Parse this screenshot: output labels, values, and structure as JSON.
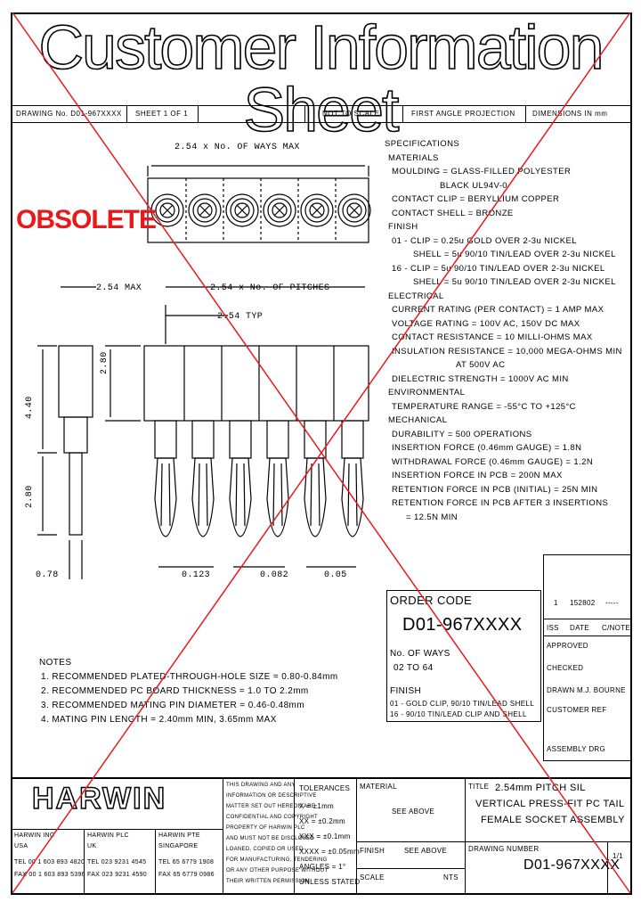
{
  "header": {
    "title": "Customer Information Sheet",
    "strip": [
      "DRAWING No. D01-967XXXX",
      "SHEET 1 OF 1",
      "FIRST ANGLE PROJECTION",
      "DIMENSIONS IN mm",
      "NOT TO SCALE"
    ]
  },
  "stamp": "OBSOLETE",
  "dimensions": {
    "top_overall": "2.54 x No. OF WAYS MAX",
    "body_width": "2.54 MAX",
    "pitches": "2.54 x No. OF PITCHES",
    "pitch": "2.54 TYP",
    "body_height": "2.80",
    "overall_height": "4.40",
    "pin_length": "2.80",
    "pin_dia": "0.78",
    "clip_dia": "0.123",
    "spacing": "0.082",
    "tip": "0.05"
  },
  "specifications": [
    "SPECIFICATIONS",
    "MATERIALS",
    "MOULDING = GLASS-FILLED POLYESTER",
    "BLACK UL94V-0",
    "CONTACT CLIP = BERYLLIUM COPPER",
    "CONTACT SHELL = BRONZE",
    "FINISH",
    "01 - CLIP = 0.25u GOLD OVER 2-3u NICKEL",
    "SHELL = 5u 90/10 TIN/LEAD OVER 2-3u NICKEL",
    "16 - CLIP = 5u 90/10 TIN/LEAD OVER 2-3u NICKEL",
    "SHELL = 5u 90/10 TIN/LEAD OVER 2-3u NICKEL",
    "ELECTRICAL",
    "CURRENT RATING (PER CONTACT) = 1 AMP MAX",
    "VOLTAGE RATING = 100V AC, 150V DC MAX",
    "CONTACT RESISTANCE = 10 MILLI-OHMS MAX",
    "INSULATION RESISTANCE = 10,000 MEGA-OHMS MIN",
    "AT 500V AC",
    "DIELECTRIC STRENGTH = 1000V AC MIN",
    "ENVIRONMENTAL",
    "TEMPERATURE RANGE = -55°C TO +125°C",
    "MECHANICAL",
    "DURABILITY = 500 OPERATIONS",
    "INSERTION FORCE (0.46mm GAUGE) = 1.8N",
    "WITHDRAWAL FORCE (0.46mm GAUGE) = 1.2N",
    "INSERTION FORCE IN PCB = 200N MAX",
    "RETENTION FORCE IN PCB (INITIAL) = 25N MIN",
    "RETENTION FORCE IN PCB AFTER 3 INSERTIONS",
    "= 12.5N MIN"
  ],
  "order": {
    "heading": "ORDER CODE",
    "code": "D01-967XXXX",
    "ways_label": "No. OF WAYS",
    "ways_range": "02 TO 64",
    "finish_label": "FINISH",
    "finish_01": "01 - GOLD CLIP, 90/10 TIN/LEAD SHELL",
    "finish_16": "16 - 90/10 TIN/LEAD CLIP AND SHELL"
  },
  "revision": {
    "rev": "1",
    "ecn": "152802",
    "dash": "-----",
    "cols": [
      "ISS",
      "DATE",
      "C/NOTE"
    ],
    "approved": "APPROVED",
    "checked": "CHECKED",
    "drawn": "DRAWN    M.J. BOURNE",
    "customer_ref": "CUSTOMER REF",
    "assembly": "ASSEMBLY DRG"
  },
  "notes": {
    "heading": "NOTES",
    "items": [
      "1. RECOMMENDED PLATED-THROUGH-HOLE SIZE = 0.80-0.84mm",
      "2. RECOMMENDED PC BOARD THICKNESS = 1.0 TO 2.2mm",
      "3. RECOMMENDED MATING PIN DIAMETER = 0.46-0.48mm",
      "4. MATING PIN LENGTH = 2.40mm MIN, 3.65mm MAX"
    ]
  },
  "titleblock": {
    "logo": "HARWIN",
    "copyright": [
      "THIS DRAWING AND ANY",
      "INFORMATION OR DESCRIPTIVE",
      "MATTER SET OUT HEREON ARE",
      "CONFIDENTIAL AND COPYRIGHT",
      "PROPERTY OF HARWIN PLC",
      "AND MUST NOT BE DISCLOSED",
      "LOANED, COPIED OR USED",
      "FOR MANUFACTURING, TENDERING",
      "OR ANY OTHER PURPOSE WITHOUT",
      "THEIR WRITTEN PERMISSION"
    ],
    "tolerances_label": "TOLERANCES",
    "tolerances": [
      "X = ±1mm",
      "XX = ±0.2mm",
      "XXX = ±0.1mm",
      "XXXX = ±0.05mm",
      "ANGLES = 1°",
      "UNLESS STATED"
    ],
    "material_label": "MATERIAL",
    "material_value": "SEE ABOVE",
    "finish_label": "FINISH",
    "finish_value": "SEE ABOVE",
    "scale_label": "SCALE",
    "scale_value": "NTS",
    "title_label": "TITLE",
    "title_lines": [
      "2.54mm PITCH SIL",
      "VERTICAL PRESS-FIT PC TAIL",
      "FEMALE SOCKET ASSEMBLY"
    ],
    "drawing_number_label": "DRAWING NUMBER",
    "drawing_number": "D01-967XXXX",
    "sheet": "1/1",
    "offices": [
      {
        "name": "HARWIN INC",
        "country": "USA",
        "tel": "TEL 00 1 603 893 4820",
        "fax": "FAX 00 1 603 893 5396"
      },
      {
        "name": "HARWIN PLC",
        "country": "UK",
        "tel": "TEL 023 9231 4545",
        "fax": "FAX 023 9231 4590"
      },
      {
        "name": "HARWIN PTE",
        "country": "SINGAPORE",
        "tel": "TEL 65 6779 1908",
        "fax": "FAX 65 6779 0986"
      }
    ]
  }
}
